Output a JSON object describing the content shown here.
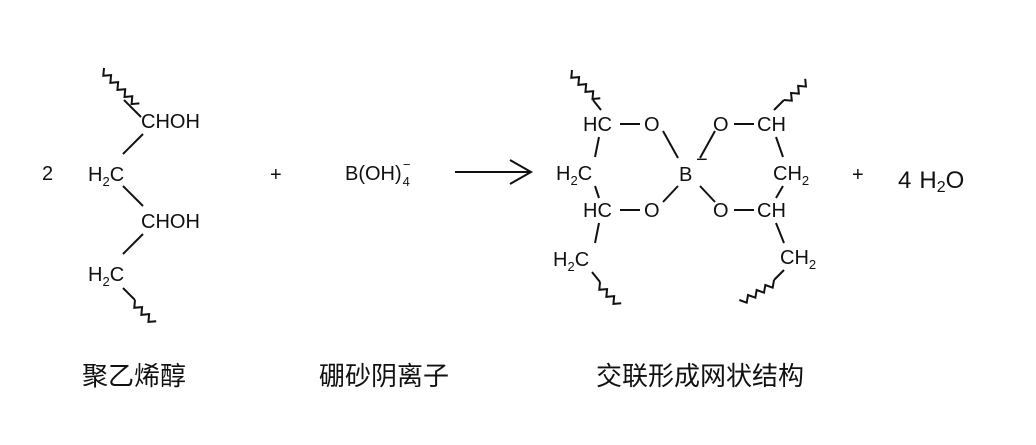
{
  "reaction": {
    "pva_coefficient": "2",
    "plus_1": "+",
    "borate": {
      "base": "B(OH)",
      "subscript": "4",
      "charge": "−"
    },
    "plus_2": "+",
    "water": {
      "coefficient": "4",
      "formula_h": "H",
      "formula_sub": "2",
      "formula_o": "O"
    }
  },
  "pva": {
    "choh_top": "CHOH",
    "ch2_mid": {
      "h": "H",
      "sub": "2",
      "c": "C"
    },
    "choh_bottom": "CHOH",
    "ch2_bottom": {
      "h": "H",
      "sub": "2",
      "c": "C"
    }
  },
  "complex": {
    "left_hc_top": "HC",
    "left_ch2": {
      "h": "H",
      "sub": "2",
      "c": "C"
    },
    "left_hc_bottom": "HC",
    "left_ch2_tail": {
      "h": "H",
      "sub": "2",
      "c": "C"
    },
    "oxygen": "O",
    "boron": "B",
    "boron_charge": "−",
    "right_ch_top": "CH",
    "right_ch2": {
      "ch": "CH",
      "sub": "2"
    },
    "right_ch_bottom": "CH",
    "right_ch2_tail": {
      "ch": "CH",
      "sub": "2"
    }
  },
  "captions": {
    "pva": "聚乙烯醇",
    "borax_anion": "硼砂阴离子",
    "network": "交联形成网状结构"
  },
  "colors": {
    "ink": "#111111",
    "background": "#ffffff"
  }
}
